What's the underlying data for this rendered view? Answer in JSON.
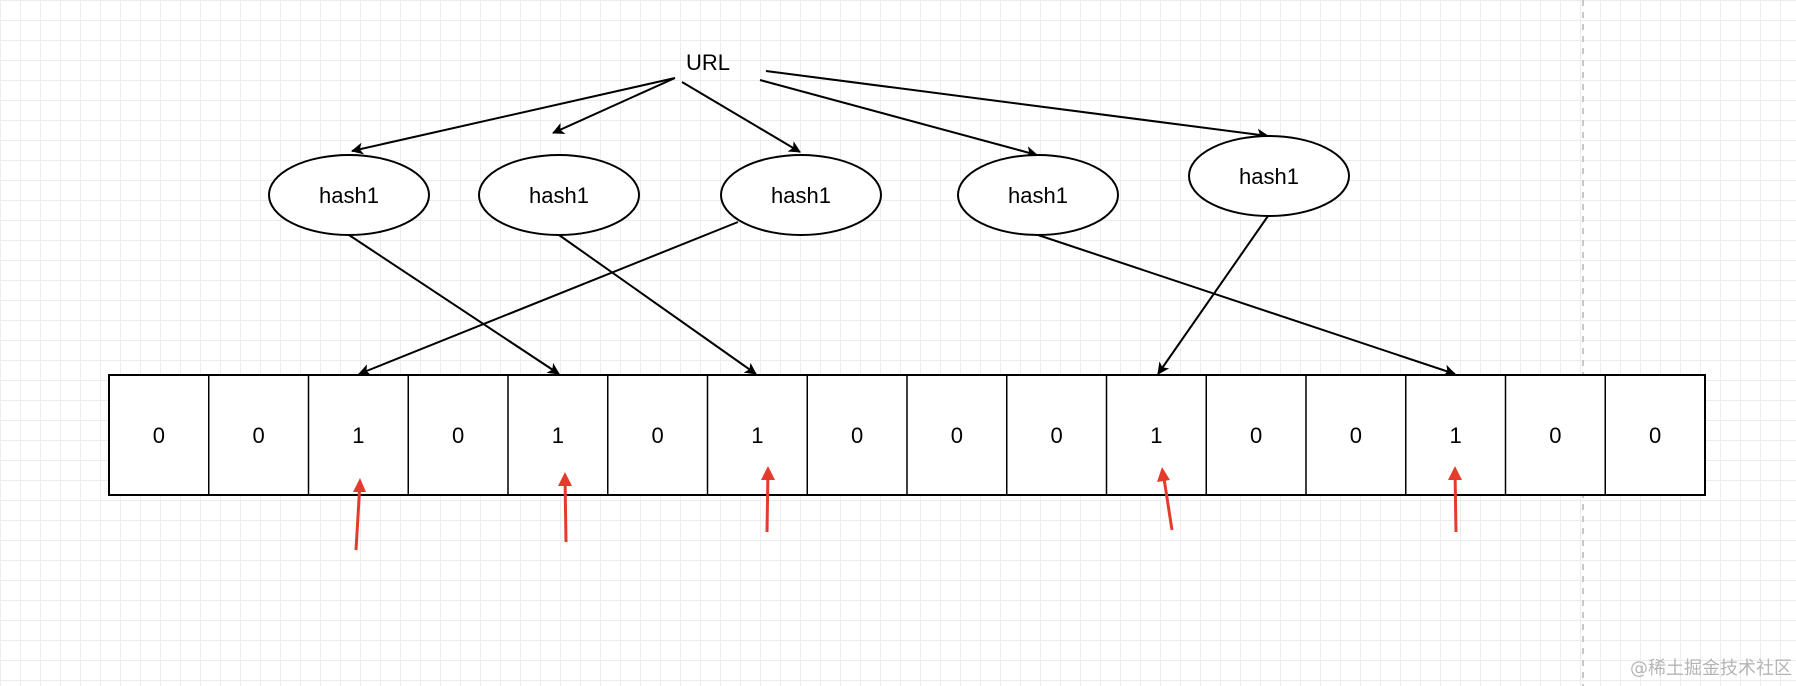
{
  "diagram": {
    "source_label": "URL",
    "hash_nodes": [
      {
        "label": "hash1"
      },
      {
        "label": "hash1"
      },
      {
        "label": "hash1"
      },
      {
        "label": "hash1"
      },
      {
        "label": "hash1"
      }
    ],
    "bits": [
      "0",
      "0",
      "1",
      "0",
      "1",
      "0",
      "1",
      "0",
      "0",
      "0",
      "1",
      "0",
      "0",
      "1",
      "0",
      "0"
    ],
    "hash_to_bit": [
      4,
      6,
      2,
      13,
      10
    ],
    "marked_bits": [
      2,
      4,
      6,
      10,
      13
    ]
  },
  "colors": {
    "line": "#000000",
    "marker_arrow": "#e53b2c",
    "grid": "#ececec",
    "divider": "#c8c8c8",
    "watermark": "#b5b5b5"
  },
  "watermark": "@稀土掘金技术社区"
}
